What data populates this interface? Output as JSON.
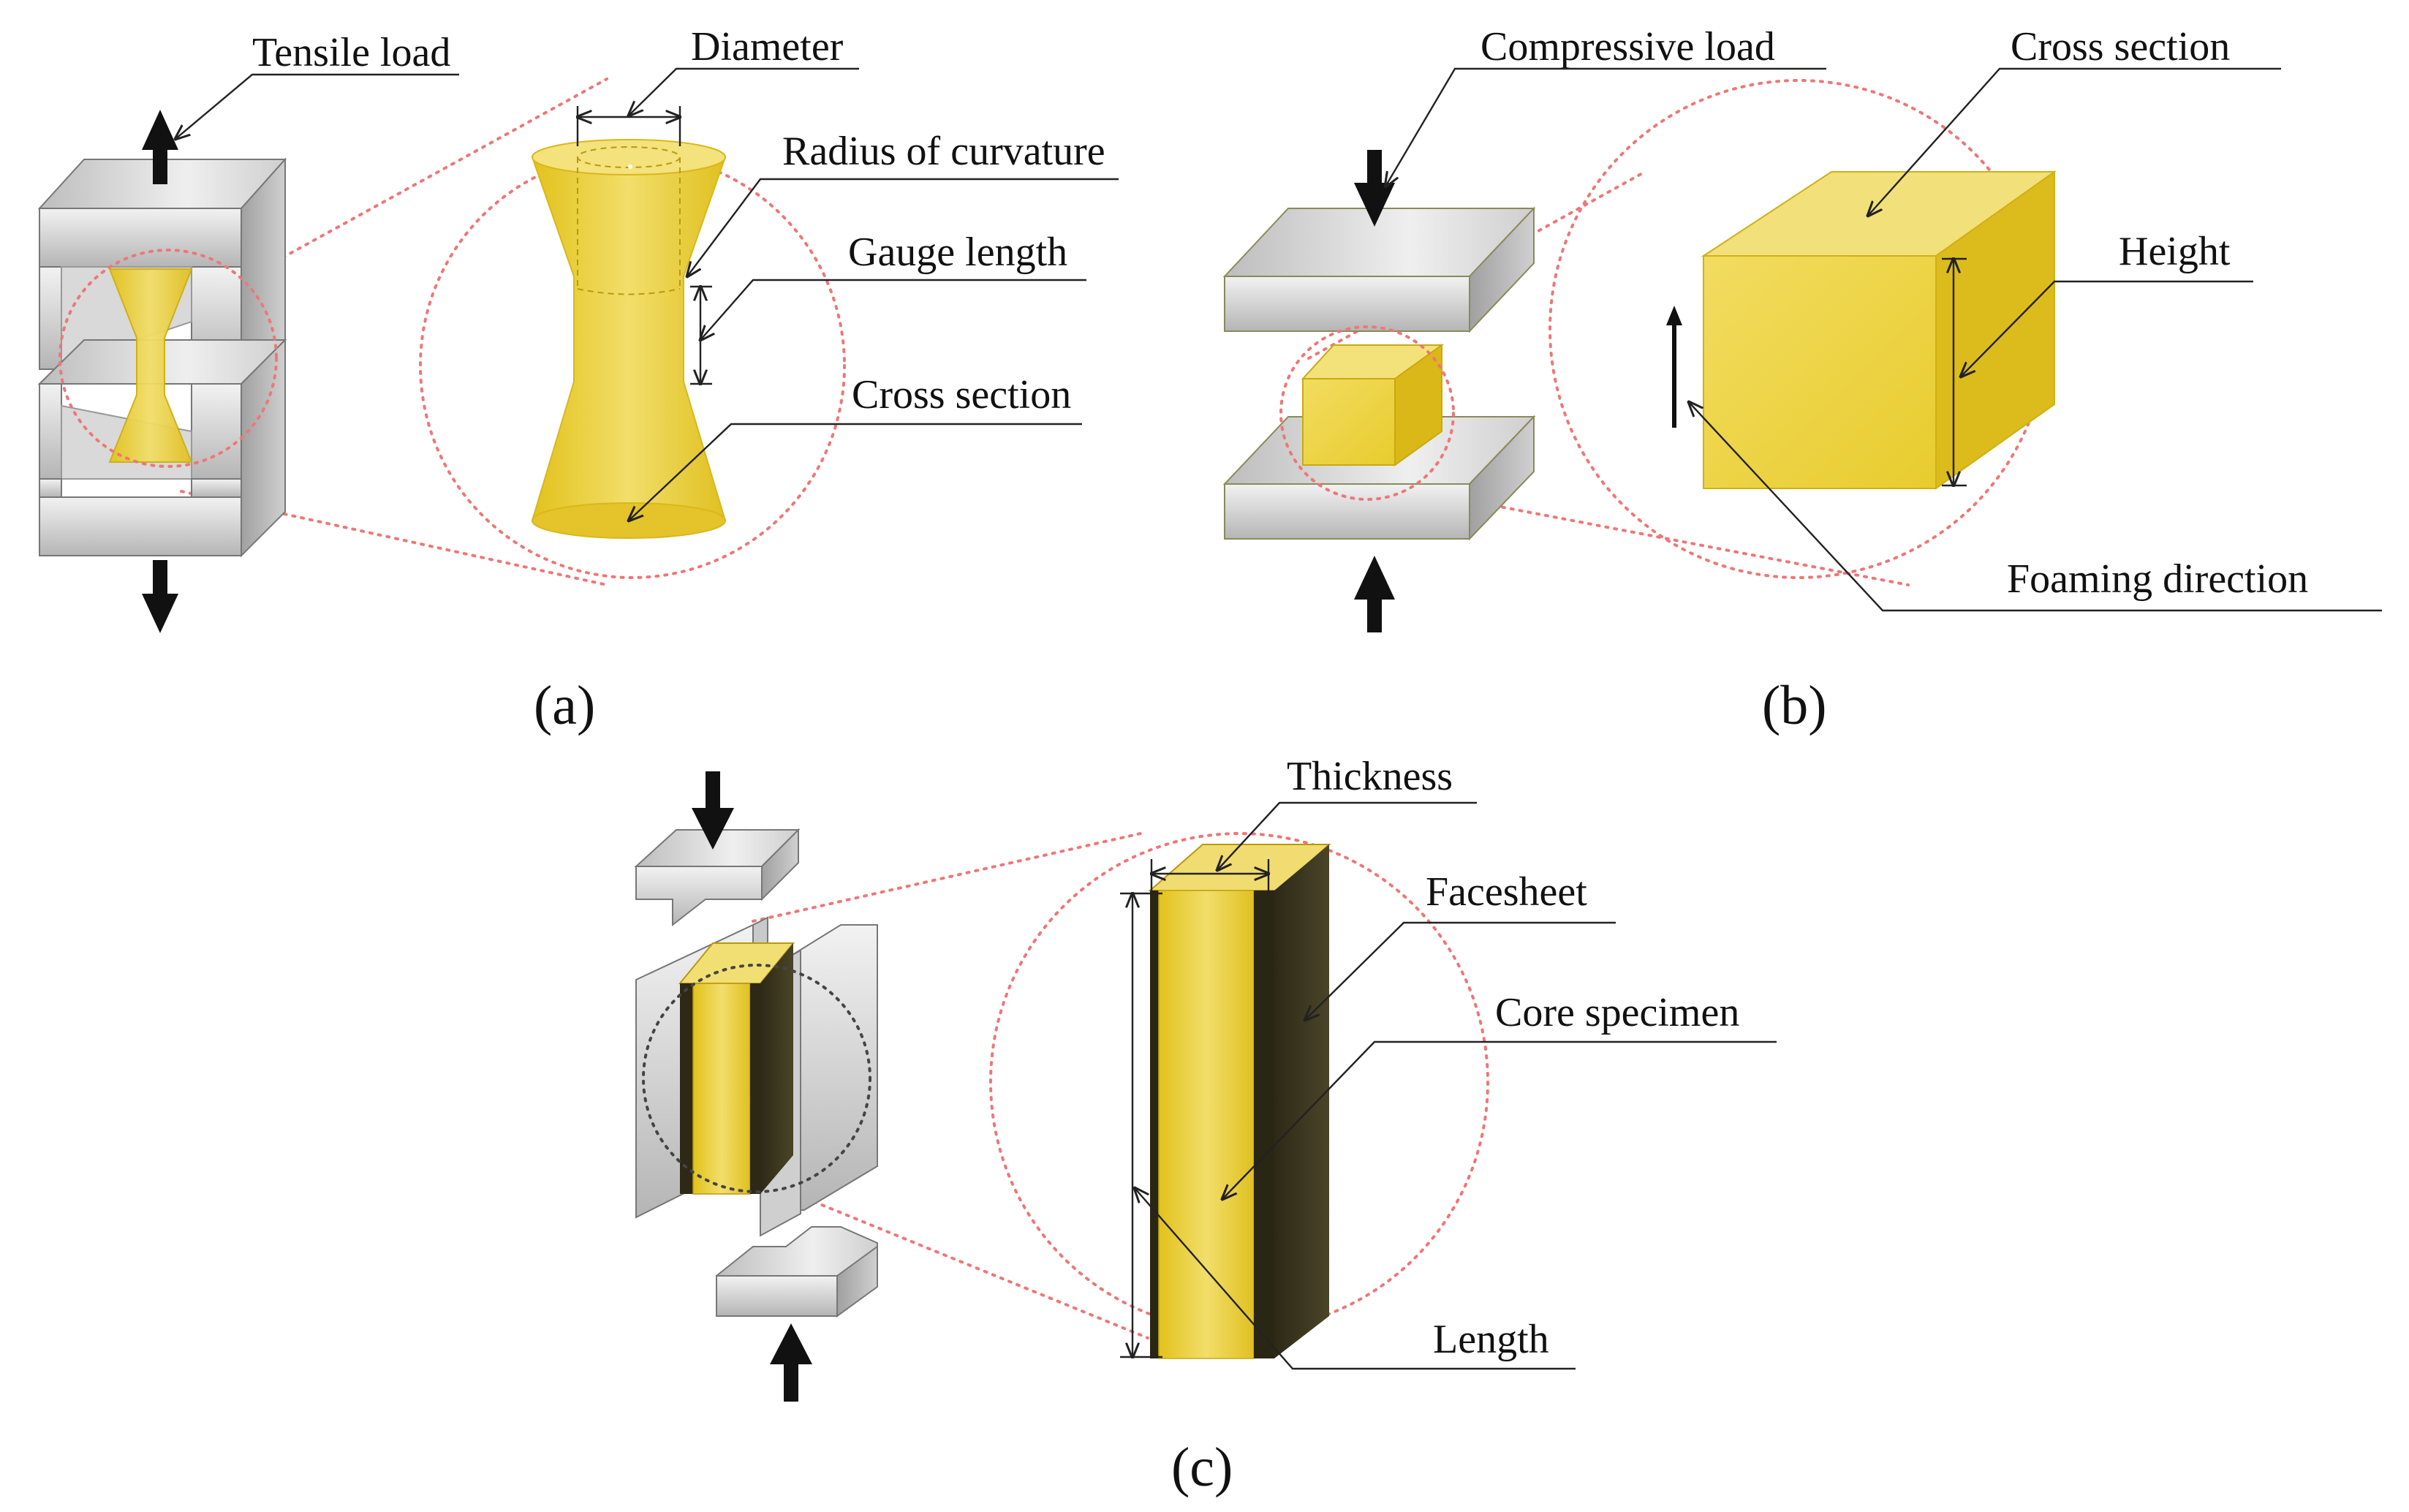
{
  "panels": {
    "a": {
      "caption": "(a)",
      "labels": {
        "tensile_load": "Tensile load",
        "diameter": "Diameter",
        "radius_of_curvature": "Radius of curvature",
        "gauge_length": "Gauge length",
        "cross_section": "Cross section"
      }
    },
    "b": {
      "caption": "(b)",
      "labels": {
        "compressive_load": "Compressive load",
        "cross_section": "Cross section",
        "height": "Height",
        "foaming_direction": "Foaming direction"
      }
    },
    "c": {
      "caption": "(c)",
      "labels": {
        "thickness": "Thickness",
        "facesheet": "Facesheet",
        "core_specimen": "Core specimen",
        "length": "Length"
      }
    }
  },
  "colors": {
    "specimen_yellow": "#e8cc2e",
    "specimen_light": "#f3e27a",
    "facesheet_dark": "#3a3520",
    "steel_light": "#e6e6e6",
    "steel_dark": "#9a9a9a",
    "zoom_circle": "#ee7777"
  },
  "icons": [
    "up-arrow-icon",
    "down-arrow-icon"
  ]
}
